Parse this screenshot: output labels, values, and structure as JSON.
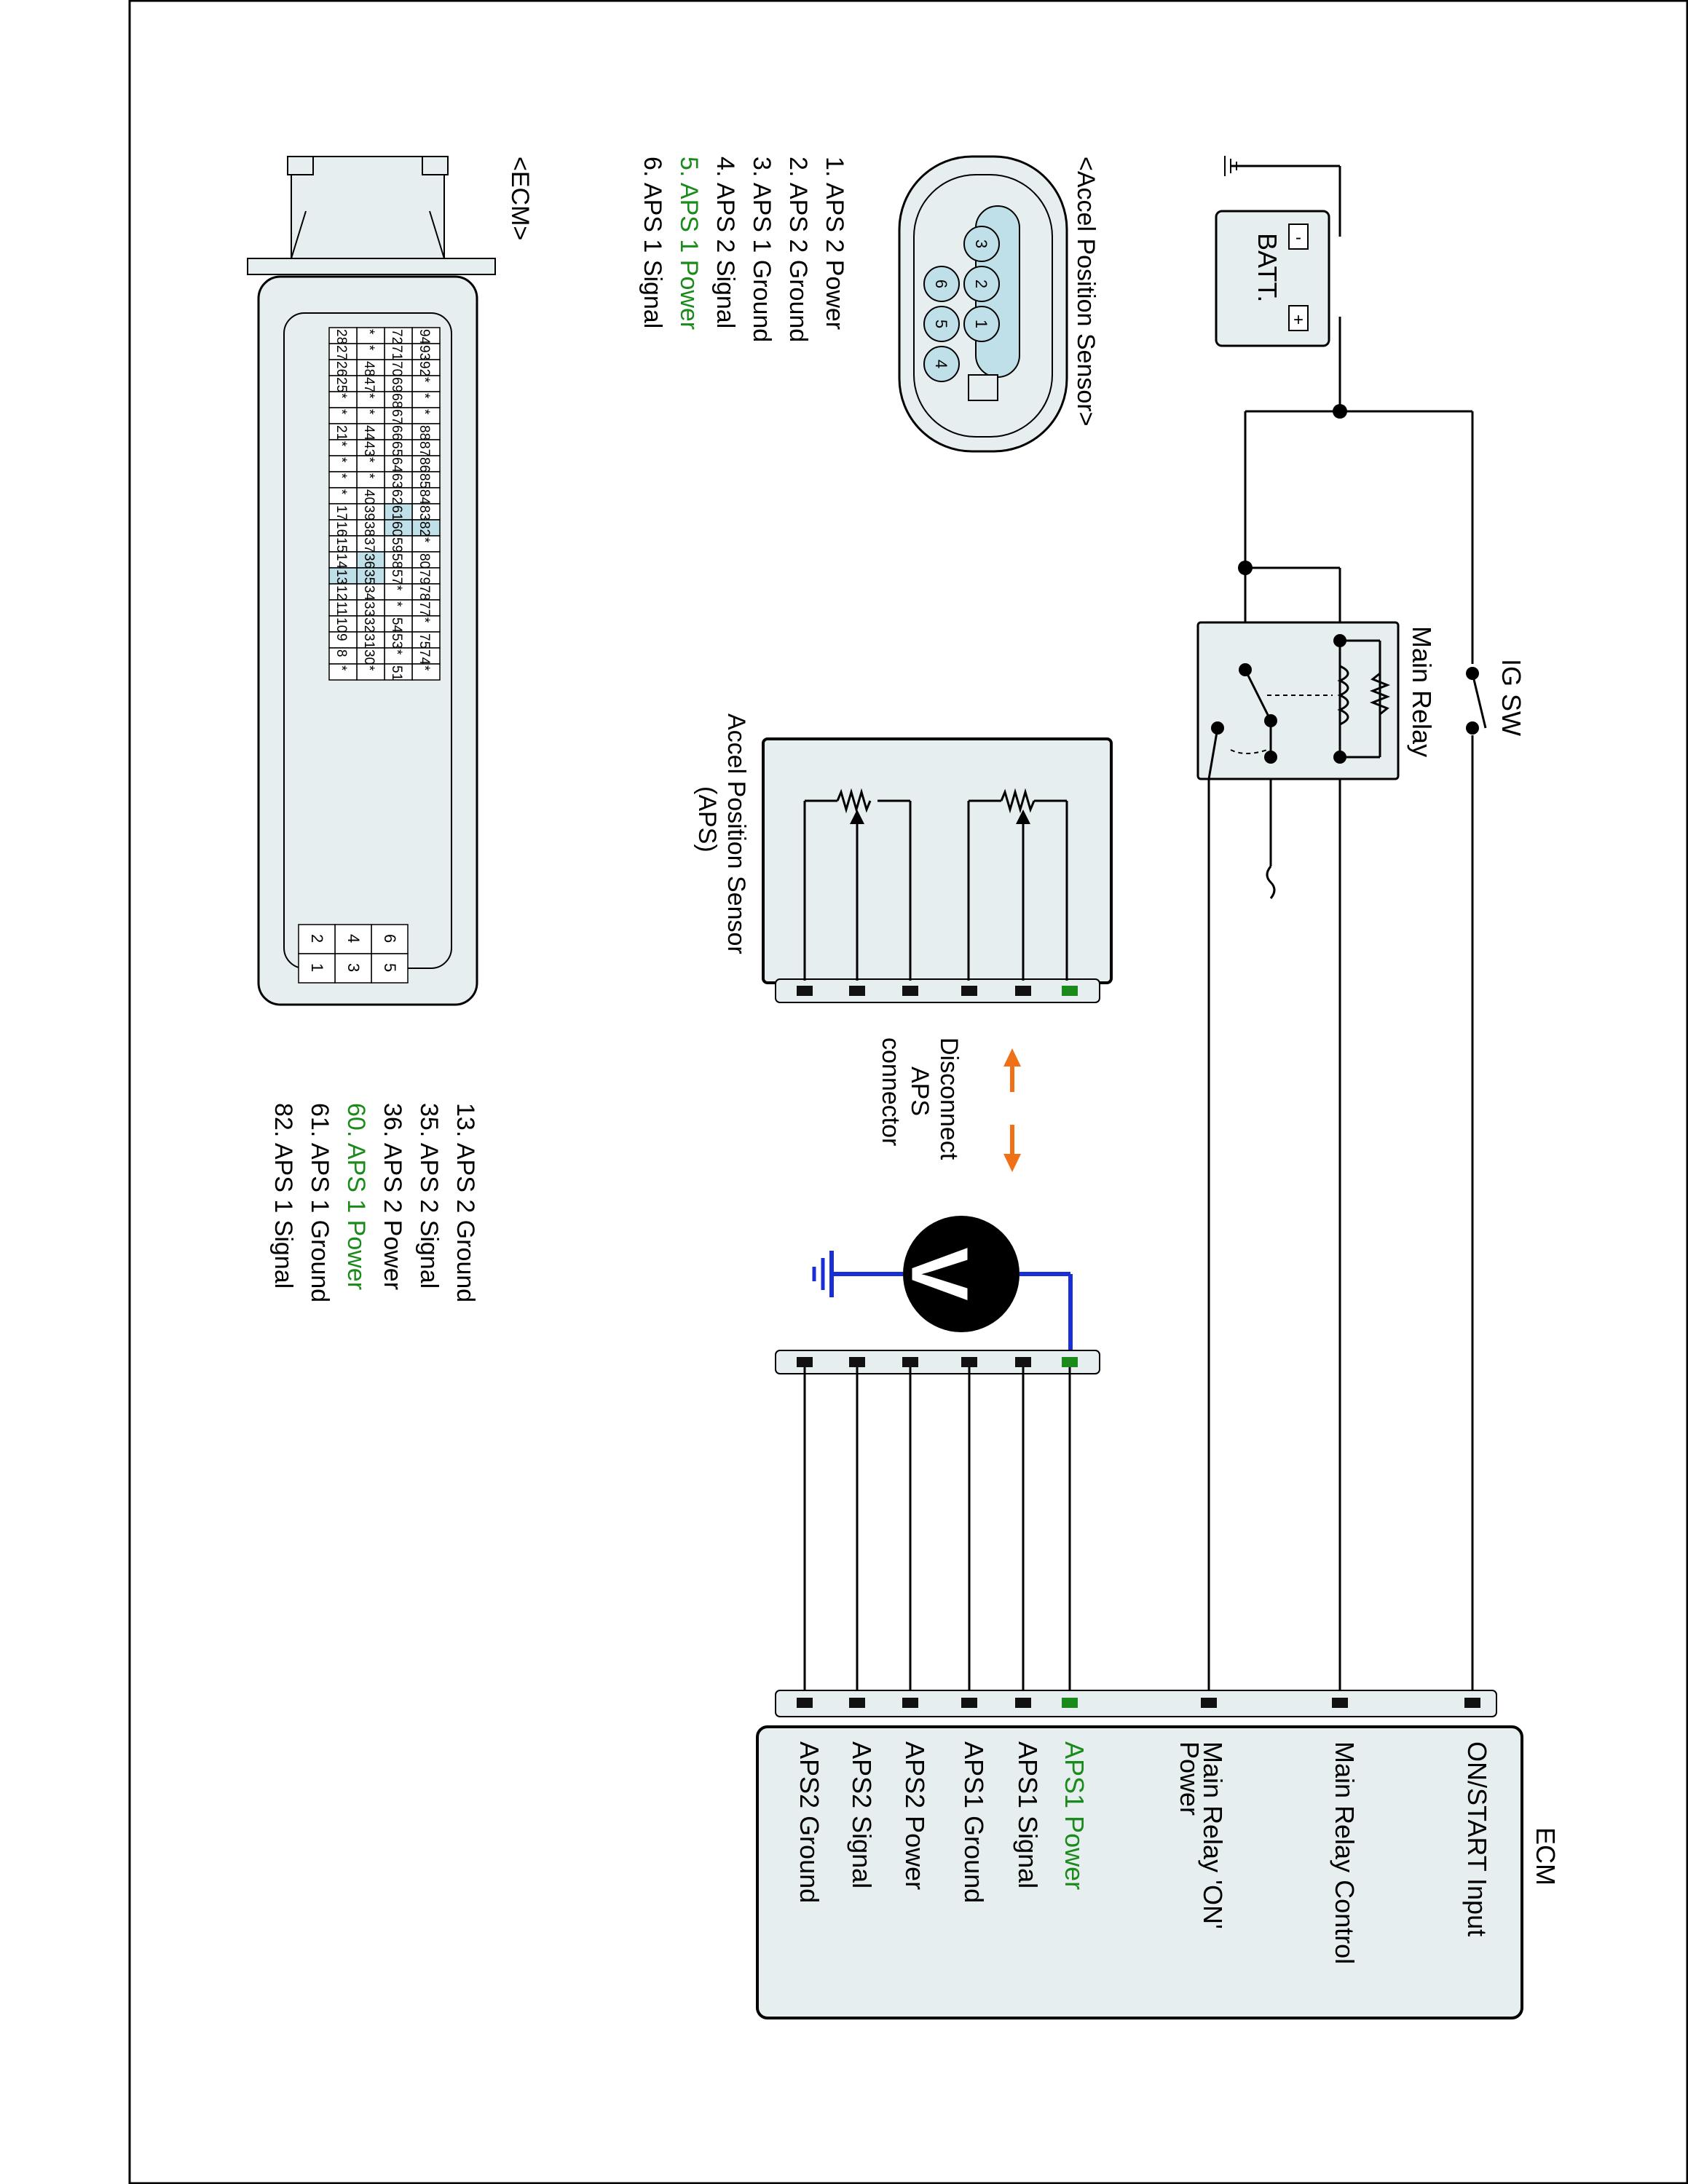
{
  "battery": {
    "label": "BATT.",
    "plus": "+",
    "minus": "-"
  },
  "ig_switch": {
    "label": "IG SW"
  },
  "main_relay": {
    "label": "Main Relay"
  },
  "aps_connector_title": "<Accel Position Sensor>",
  "aps_connector_pins": [
    "3",
    "2",
    "1",
    "6",
    "5",
    "4"
  ],
  "aps_pin_list": [
    {
      "text": "1. APS 2 Power",
      "highlight": false
    },
    {
      "text": "2. APS 2 Ground",
      "highlight": false
    },
    {
      "text": "3. APS 1 Ground",
      "highlight": false
    },
    {
      "text": "4. APS 2 Signal",
      "highlight": false
    },
    {
      "text": "5. APS 1 Power",
      "highlight": true
    },
    {
      "text": "6. APS 1 Signal",
      "highlight": false
    }
  ],
  "ecm_connector_title": "<ECM>",
  "ecm_grid": [
    [
      "94",
      "93",
      "92",
      "*",
      "*",
      "*",
      "88",
      "87",
      "86",
      "85",
      "84",
      "83",
      "82",
      "*",
      "80",
      "79",
      "78",
      "77",
      "*",
      "75",
      "74",
      "*"
    ],
    [
      "72",
      "71",
      "70",
      "69",
      "68",
      "67",
      "66",
      "65",
      "64",
      "63",
      "62",
      "61",
      "60",
      "59",
      "58",
      "57",
      "*",
      "*",
      "54",
      "53",
      "*",
      "51"
    ],
    [
      "*",
      "*",
      "48",
      "47",
      "*",
      "*",
      "44",
      "43",
      "*",
      "*",
      "40",
      "39",
      "38",
      "37",
      "36",
      "35",
      "34",
      "33",
      "32",
      "31",
      "30",
      "*"
    ],
    [
      "28",
      "27",
      "26",
      "25",
      "*",
      "*",
      "21",
      "*",
      "*",
      "*",
      "*",
      "17",
      "16",
      "15",
      "14",
      "13",
      "12",
      "11",
      "10",
      "9",
      "8",
      "*"
    ]
  ],
  "ecm_grid_highlight": [
    "82",
    "61",
    "60",
    "36",
    "35",
    "13"
  ],
  "ecm_small_grid": [
    [
      "6",
      "5"
    ],
    [
      "4",
      "3"
    ],
    [
      "2",
      "1"
    ]
  ],
  "ecm_pin_list": [
    {
      "text": "13. APS 2 Ground",
      "highlight": false
    },
    {
      "text": "35. APS 2 Signal",
      "highlight": false
    },
    {
      "text": "36. APS 2 Power",
      "highlight": false
    },
    {
      "text": "60. APS 1 Power",
      "highlight": true
    },
    {
      "text": "61. APS 1 Ground",
      "highlight": false
    },
    {
      "text": "82. APS 1 Signal",
      "highlight": false
    }
  ],
  "aps_sensor_label": "Accel Position Sensor\n(APS)",
  "disconnect_label": "Disconnect\nAPS\nconnector",
  "voltmeter_symbol": "V",
  "ecm_box": {
    "title": "ECM",
    "terminals": [
      {
        "text": "ON/START Input",
        "highlight": false
      },
      {
        "text": "Main Relay Control",
        "highlight": false
      },
      {
        "text": "Main Relay 'ON'\nPower",
        "highlight": false
      },
      {
        "text": "APS1 Power",
        "highlight": true
      },
      {
        "text": "APS1 Signal",
        "highlight": false
      },
      {
        "text": "APS1 Ground",
        "highlight": false
      },
      {
        "text": "APS2 Power",
        "highlight": false
      },
      {
        "text": "APS2 Signal",
        "highlight": false
      },
      {
        "text": "APS2 Ground",
        "highlight": false
      }
    ]
  },
  "colors": {
    "highlight_green": "#1a8a1a",
    "wire_blue": "#1a2ed6",
    "arrow_orange": "#f07018",
    "pin_highlight": "#bfe0e8",
    "box_fill": "#e6eef0"
  }
}
